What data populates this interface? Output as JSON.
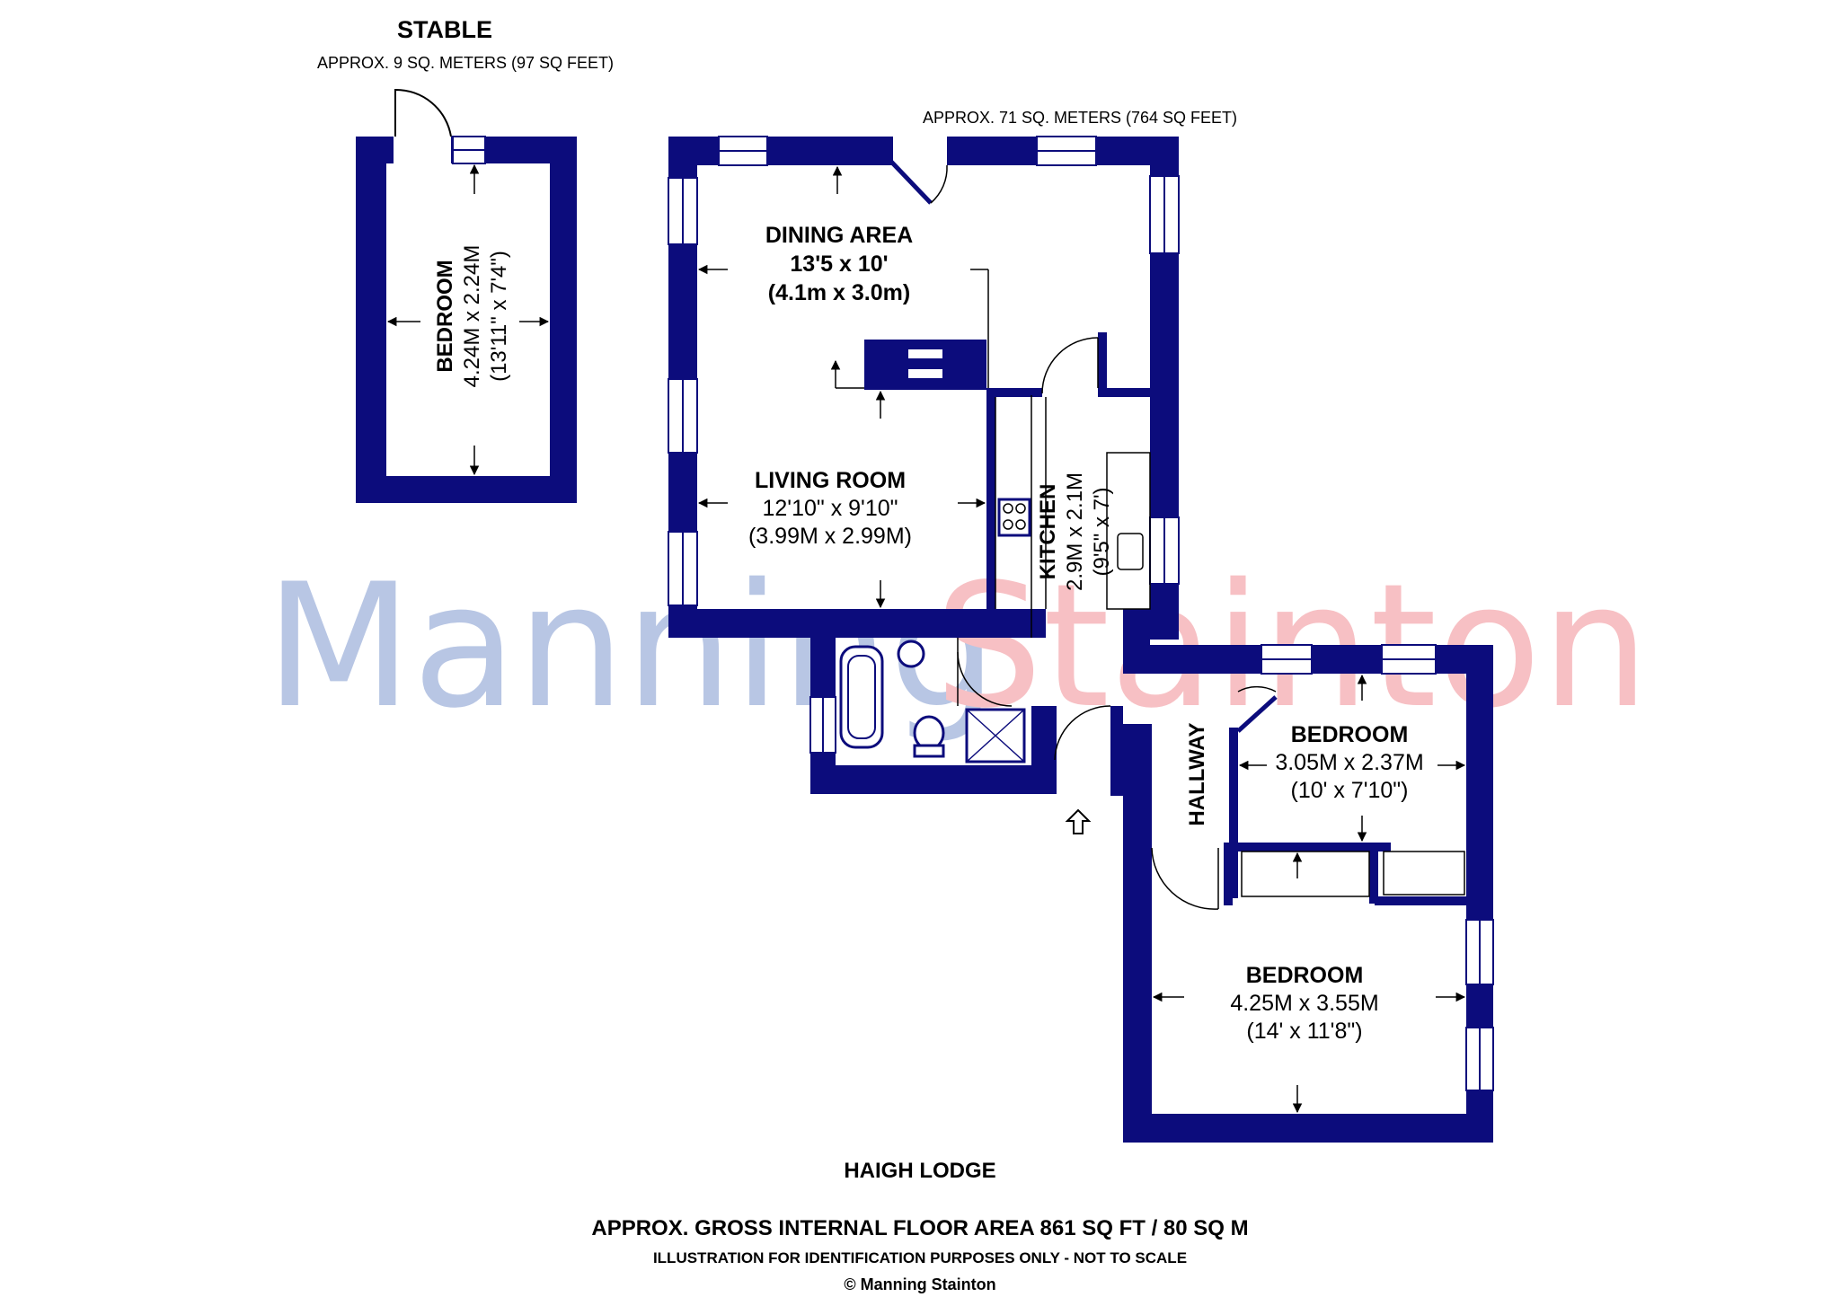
{
  "watermark": {
    "part1": "Manning",
    "part2": "Stainton",
    "color1": "#b8c6e4",
    "color2": "#f7c0c4"
  },
  "colors": {
    "wall": "#0c0c7c"
  },
  "stable": {
    "title": "STABLE",
    "area": "APPROX. 9 SQ. METERS (97 SQ FEET)",
    "room": {
      "name": "BEDROOM",
      "metric": "4.24M x 2.24M",
      "imperial": "(13'11\" x 7'4\")"
    }
  },
  "main_area": "APPROX. 71 SQ. METERS (764 SQ FEET)",
  "rooms": {
    "dining": {
      "name": "DINING AREA",
      "imperial": "13'5 x 10'",
      "metric": "(4.1m x 3.0m)"
    },
    "living": {
      "name": "LIVING ROOM",
      "imperial": "12'10\" x 9'10\"",
      "metric": "(3.99M x 2.99M)"
    },
    "kitchen": {
      "name": "KITCHEN",
      "metric": "2.9M x 2.1M",
      "imperial": "(9'5\" x 7')"
    },
    "bedroom2": {
      "name": "BEDROOM",
      "metric": "3.05M x 2.37M",
      "imperial": "(10' x 7'10\")"
    },
    "hallway": {
      "name": "HALLWAY"
    },
    "bedroom3": {
      "name": "BEDROOM",
      "metric": "4.25M x 3.55M",
      "imperial": "(14' x 11'8\")"
    }
  },
  "footer": {
    "property": "HAIGH LODGE",
    "gross": "APPROX. GROSS INTERNAL FLOOR AREA 861 SQ FT / 80 SQ M",
    "disclaimer": "ILLUSTRATION FOR IDENTIFICATION PURPOSES ONLY - NOT TO SCALE",
    "copyright": "© Manning Stainton"
  }
}
